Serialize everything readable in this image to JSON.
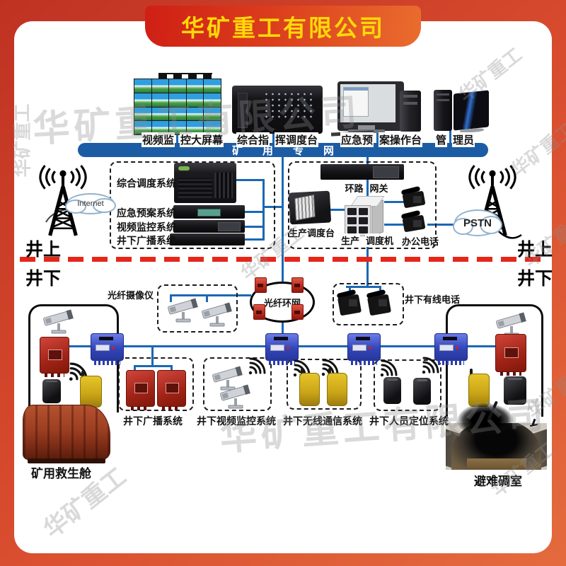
{
  "banner": {
    "title": "华矿重工有限公司"
  },
  "network_bar": {
    "label": "矿用专网"
  },
  "top_row": {
    "stations": [
      {
        "label": "视频监控大屏幕",
        "gap_after": 3
      },
      {
        "label": "综合指挥调度台",
        "gap_after": 3
      },
      {
        "label": "应急预案操作台",
        "gap_after": 3
      },
      {
        "label": "管理员",
        "gap_after": 1
      }
    ]
  },
  "surface": {
    "left_label": "井上",
    "right_label": "井上",
    "internet": "Internet",
    "pstn": "PSTN",
    "dispatch_box": {
      "items": [
        "综合调度系统",
        "应急预案系统",
        "视频监控系统",
        "井下广播系统"
      ]
    },
    "gateway_box": {
      "gateway": {
        "label": "环路网关",
        "gap_after": 2
      },
      "dispatch_console": "生产调度台",
      "dispatch_machine": {
        "label": "生产调度机",
        "gap_after": 2
      },
      "office_phone": "办公电话"
    }
  },
  "underground": {
    "left_label": "井下",
    "right_label": "井下",
    "fiber_ring": "光纤环网",
    "fiber_camera": "光纤摄像仪",
    "wired_phone": "井下有线电话",
    "systems": [
      "井下广播系统",
      "井下视频监控系统",
      "井下无线通信系统",
      "井下人员定位系统"
    ],
    "rescue_capsule": "矿用救生舱",
    "refuge_chamber": "避难碉室"
  },
  "watermarks": {
    "full": "华矿重工有限公司",
    "short": "华矿重工"
  },
  "colors": {
    "frame_orange": "#d84b2e",
    "banner_yellow": "#ffd908",
    "bar_blue": "#1c5ca4",
    "line_blue": "#1b68b4",
    "divider_red": "#e62619"
  }
}
